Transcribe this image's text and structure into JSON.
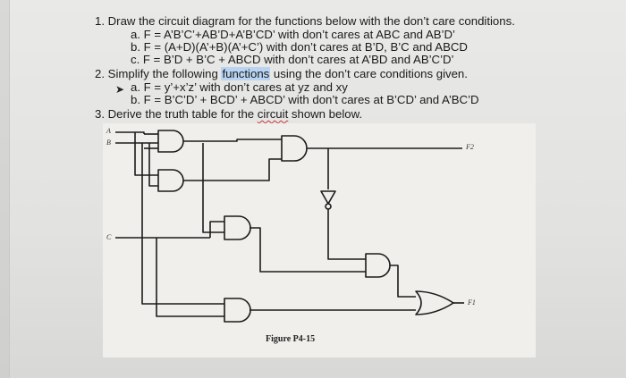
{
  "question1": {
    "heading": "1. Draw the circuit diagram for the functions below with the don’t care conditions.",
    "a": "a. F = A’B’C’+AB’D+A’B’CD’ with don’t cares at ABC and AB’D’",
    "b": "b. F = (A+D)(A’+B)(A’+C’) with don’t cares at B’D, B’C and ABCD",
    "c": "c. F = B’D + B’C + ABCD with don’t cares at A’BD and AB’C’D’"
  },
  "question2": {
    "heading_before": "2. Simplify the following ",
    "heading_highlight": "functions",
    "heading_after": " using the don’t care conditions given.",
    "a": "a. F = y’+x’z’ with don’t cares at yz and xy",
    "b": "b. F = B’C’D’ + BCD’ + ABCD’ with don’t cares at B’CD’ and A’BC’D"
  },
  "question3": {
    "heading_before": "3. Derive the truth table for the ",
    "heading_wavy": "circuit",
    "heading_after": " shown below."
  },
  "figure": {
    "caption": "Figure P4-15",
    "inputs": [
      "A",
      "B",
      "C"
    ],
    "outputs": [
      "F2",
      "F1"
    ]
  }
}
